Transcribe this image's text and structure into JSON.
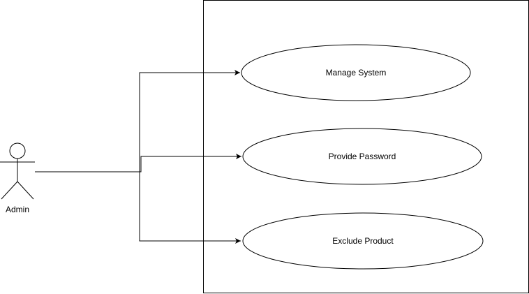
{
  "actor": {
    "label": "Admin",
    "icon": "stick-figure-icon"
  },
  "use_cases": [
    {
      "label": "Manage System"
    },
    {
      "label": "Provide Password"
    },
    {
      "label": "Exclude Product"
    }
  ],
  "colors": {
    "stroke": "#000000",
    "fill": "#ffffff"
  }
}
